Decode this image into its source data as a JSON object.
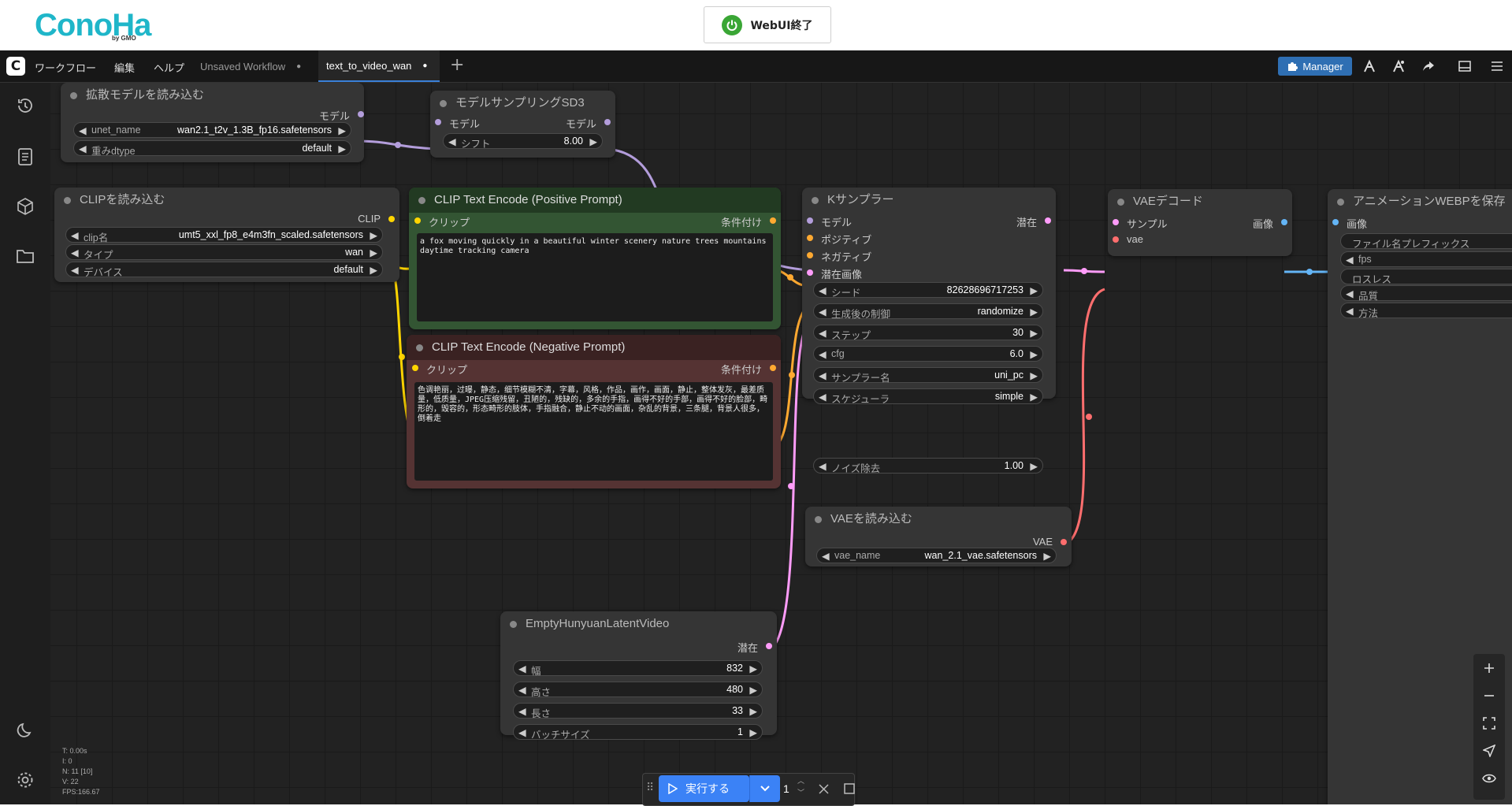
{
  "header": {
    "logo_text": "ConoHa",
    "logo_sub": "by GMO",
    "webui_button": "WebUI終了",
    "power_icon": "power-icon"
  },
  "menubar": {
    "app_icon": "comfy-logo-icon",
    "menus": [
      "ワークフロー",
      "編集",
      "ヘルプ"
    ],
    "tabs": [
      {
        "label": "Unsaved Workflow",
        "active": false
      },
      {
        "label": "text_to_video_wan",
        "active": true
      }
    ],
    "manager_label": "Manager"
  },
  "nodes": {
    "diffusion": {
      "title": "拡散モデルを読み込む",
      "out_model": "モデル",
      "w1_label": "unet_name",
      "w1_value": "wan2.1_t2v_1.3B_fp16.safetensors",
      "w2_label": "重みdtype",
      "w2_value": "default"
    },
    "sampling": {
      "title": "モデルサンプリングSD3",
      "in_model": "モデル",
      "out_model": "モデル",
      "w1_label": "シフト",
      "w1_value": "8.00"
    },
    "clip_loader": {
      "title": "CLIPを読み込む",
      "out_clip": "CLIP",
      "w1_label": "clip名",
      "w1_value": "umt5_xxl_fp8_e4m3fn_scaled.safetensors",
      "w2_label": "タイプ",
      "w2_value": "wan",
      "w3_label": "デバイス",
      "w3_value": "default"
    },
    "positive": {
      "title": "CLIP Text Encode (Positive Prompt)",
      "in_clip": "クリップ",
      "out_cond": "条件付け",
      "text": "a fox moving quickly in a beautiful winter scenery nature trees mountains daytime tracking camera"
    },
    "negative": {
      "title": "CLIP Text Encode (Negative Prompt)",
      "in_clip": "クリップ",
      "out_cond": "条件付け",
      "text": "色调艳丽，过曝，静态，细节模糊不清，字幕，风格，作品，画作，画面，静止，整体发灰，最差质量，低质量，JPEG压缩残留，丑陋的，残缺的，多余的手指，画得不好的手部，画得不好的脸部，畸形的，毁容的，形态畸形的肢体，手指融合，静止不动的画面，杂乱的背景，三条腿，背景人很多，倒着走"
    },
    "ksampler": {
      "title": "Kサンプラー",
      "in_model": "モデル",
      "in_pos": "ポジティブ",
      "in_neg": "ネガティブ",
      "in_latent": "潜在画像",
      "out_latent": "潜在",
      "widgets": [
        {
          "label": "シード",
          "value": "82628696717253"
        },
        {
          "label": "生成後の制御",
          "value": "randomize"
        },
        {
          "label": "ステップ",
          "value": "30"
        },
        {
          "label": "cfg",
          "value": "6.0"
        },
        {
          "label": "サンプラー名",
          "value": "uni_pc"
        },
        {
          "label": "スケジューラ",
          "value": "simple"
        },
        {
          "label": "ノイズ除去",
          "value": "1.00"
        }
      ]
    },
    "vae_decode": {
      "title": "VAEデコード",
      "in_samples": "サンプル",
      "in_vae": "vae",
      "out_image": "画像"
    },
    "webp": {
      "title": "アニメーションWEBPを保存",
      "in_image": "画像",
      "widgets": [
        "ファイル名プレフィックス",
        "fps",
        "ロスレス",
        "品質",
        "方法"
      ]
    },
    "vae_loader": {
      "title": "VAEを読み込む",
      "out_vae": "VAE",
      "w1_label": "vae_name",
      "w1_value": "wan_2.1_vae.safetensors"
    },
    "latent": {
      "title": "EmptyHunyuanLatentVideo",
      "out_latent": "潜在",
      "widgets": [
        {
          "label": "幅",
          "value": "832"
        },
        {
          "label": "高さ",
          "value": "480"
        },
        {
          "label": "長さ",
          "value": "33"
        },
        {
          "label": "バッチサイズ",
          "value": "1"
        }
      ]
    }
  },
  "stats": {
    "t": "T: 0.00s",
    "i": "I: 0",
    "n": "N: 11 [10]",
    "v": "V: 22",
    "fps": "FPS:166.67"
  },
  "runbar": {
    "run_label": "実行する",
    "count": "1"
  },
  "colors": {
    "model": "#b39ddb",
    "clip": "#ffd500",
    "cond": "#ffa931",
    "latent": "#ff9cf9",
    "vae": "#ff6e6e",
    "image": "#64b5f6",
    "accent": "#3b82f6"
  }
}
